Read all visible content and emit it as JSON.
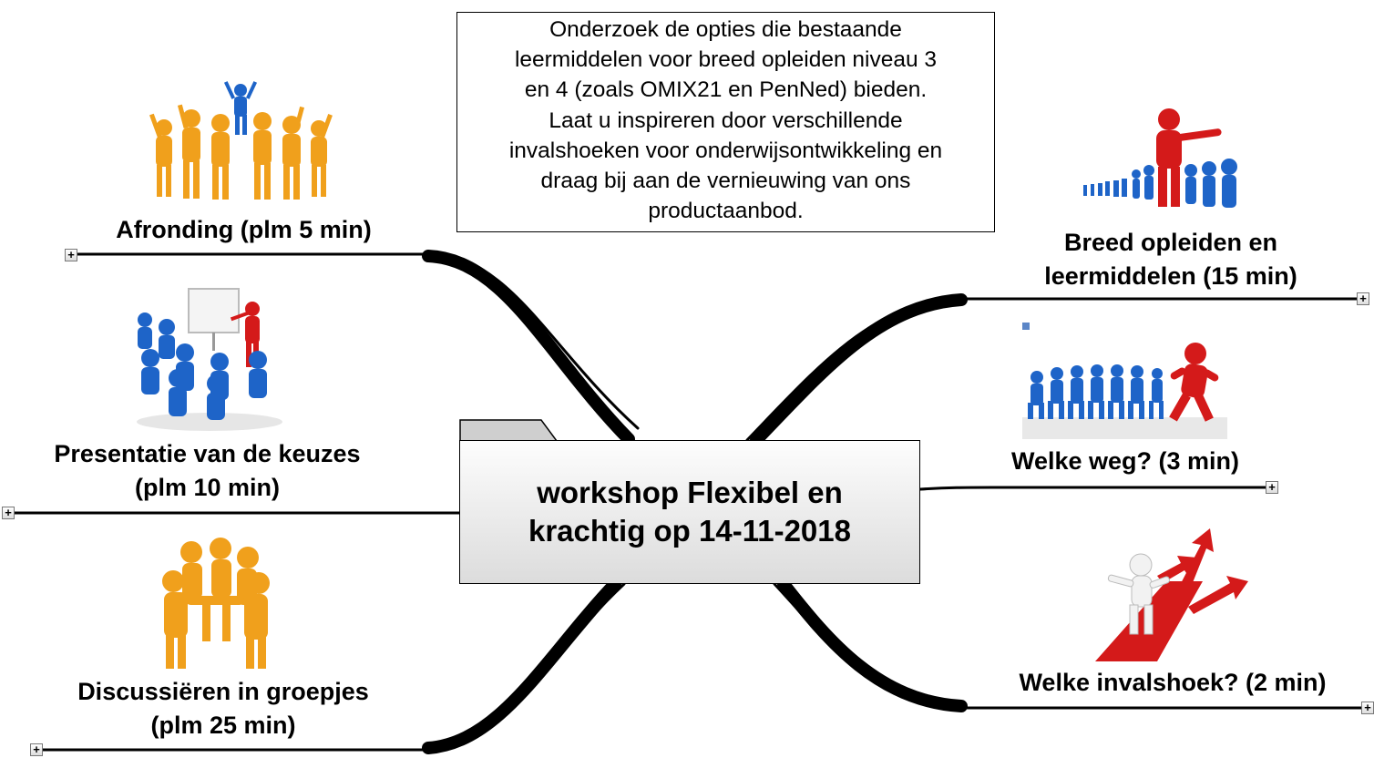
{
  "note": {
    "lines": [
      "Onderzoek de opties die bestaande",
      "leermiddelen voor breed opleiden niveau 3",
      "en 4 (zoals OMIX21 en PenNed) bieden.",
      "Laat u inspireren door verschillende",
      "invalshoeken voor onderwijsontwikkeling en",
      "draag bij aan de vernieuwing van ons",
      "productaanbod."
    ]
  },
  "central": {
    "line1": "workshop Flexibel en",
    "line2": "krachtig op 14-11-2018"
  },
  "topics": {
    "afronding": {
      "line1": "Afronding (plm 5 min)",
      "expander": "+"
    },
    "presentatie": {
      "line1": "Presentatie van de keuzes",
      "line2": "(plm 10 min)",
      "expander": "+"
    },
    "discussie": {
      "line1": "Discussiëren in groepjes",
      "line2": "(plm 25 min)",
      "expander": "+"
    },
    "breed": {
      "line1": "Breed opleiden en",
      "line2": "leermiddelen (15 min)",
      "expander": "+"
    },
    "weg": {
      "line1": "Welke weg? (3 min)",
      "expander": "+"
    },
    "invalshoek": {
      "line1": "Welke invalshoek? (2 min)",
      "expander": "+"
    }
  },
  "icons": {
    "afronding": "cheering-crowd-icon",
    "presentatie": "presentation-meeting-icon",
    "discussie": "team-huddle-icon",
    "breed": "leader-pointing-icon",
    "weg": "running-race-icon",
    "invalshoek": "crossroads-arrows-icon"
  },
  "colors": {
    "orange": "#f0a01c",
    "blue": "#1e64c8",
    "red": "#d41a1a",
    "branch": "#000000"
  }
}
